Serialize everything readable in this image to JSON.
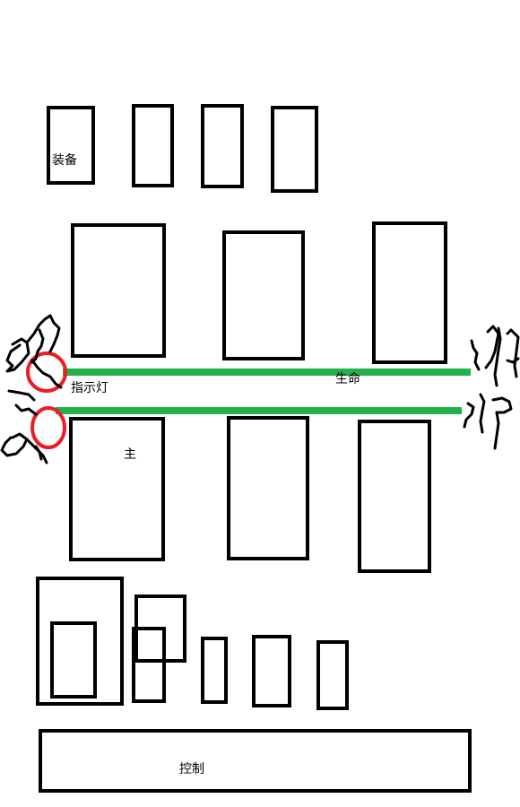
{
  "labels": {
    "equipment": "装备",
    "indicator": "指示灯",
    "life": "生命",
    "main": "主",
    "control": "控制"
  },
  "colors": {
    "outline": "#000000",
    "life_bar": "#22b14c",
    "indicator_ring": "#ed1c24",
    "background": "#ffffff"
  }
}
